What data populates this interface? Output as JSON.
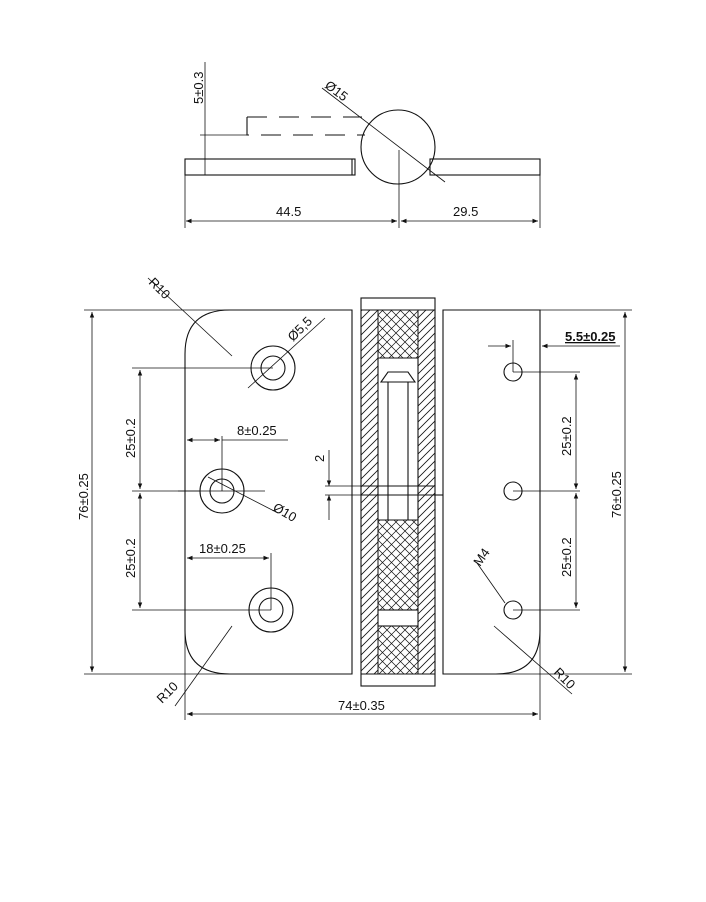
{
  "side_view": {
    "dims": {
      "offset": "5±0.3",
      "pin_dia": "Ø15",
      "left_len": "44.5",
      "right_len": "29.5"
    }
  },
  "front_view": {
    "dims": {
      "r_top_left": "R10",
      "hole_dia_large": "Ø5,5",
      "pitch_upper_left": "25±0.2",
      "edge_offset_top": "8±0.25",
      "hole_dia_mid": "Ø10",
      "pitch_lower_left": "25±0.2",
      "edge_offset_bottom": "18±0.25",
      "height_left": "76±0.25",
      "r_bottom_left": "R10",
      "gap": "2",
      "width_total": "74±0.35",
      "edge_offset_right": "5.5±0.25",
      "pitch_upper_right": "25±0.2",
      "pitch_lower_right": "25±0.2",
      "thread": "M4",
      "r_bottom_right": "R10",
      "height_right": "76±0.25"
    }
  }
}
